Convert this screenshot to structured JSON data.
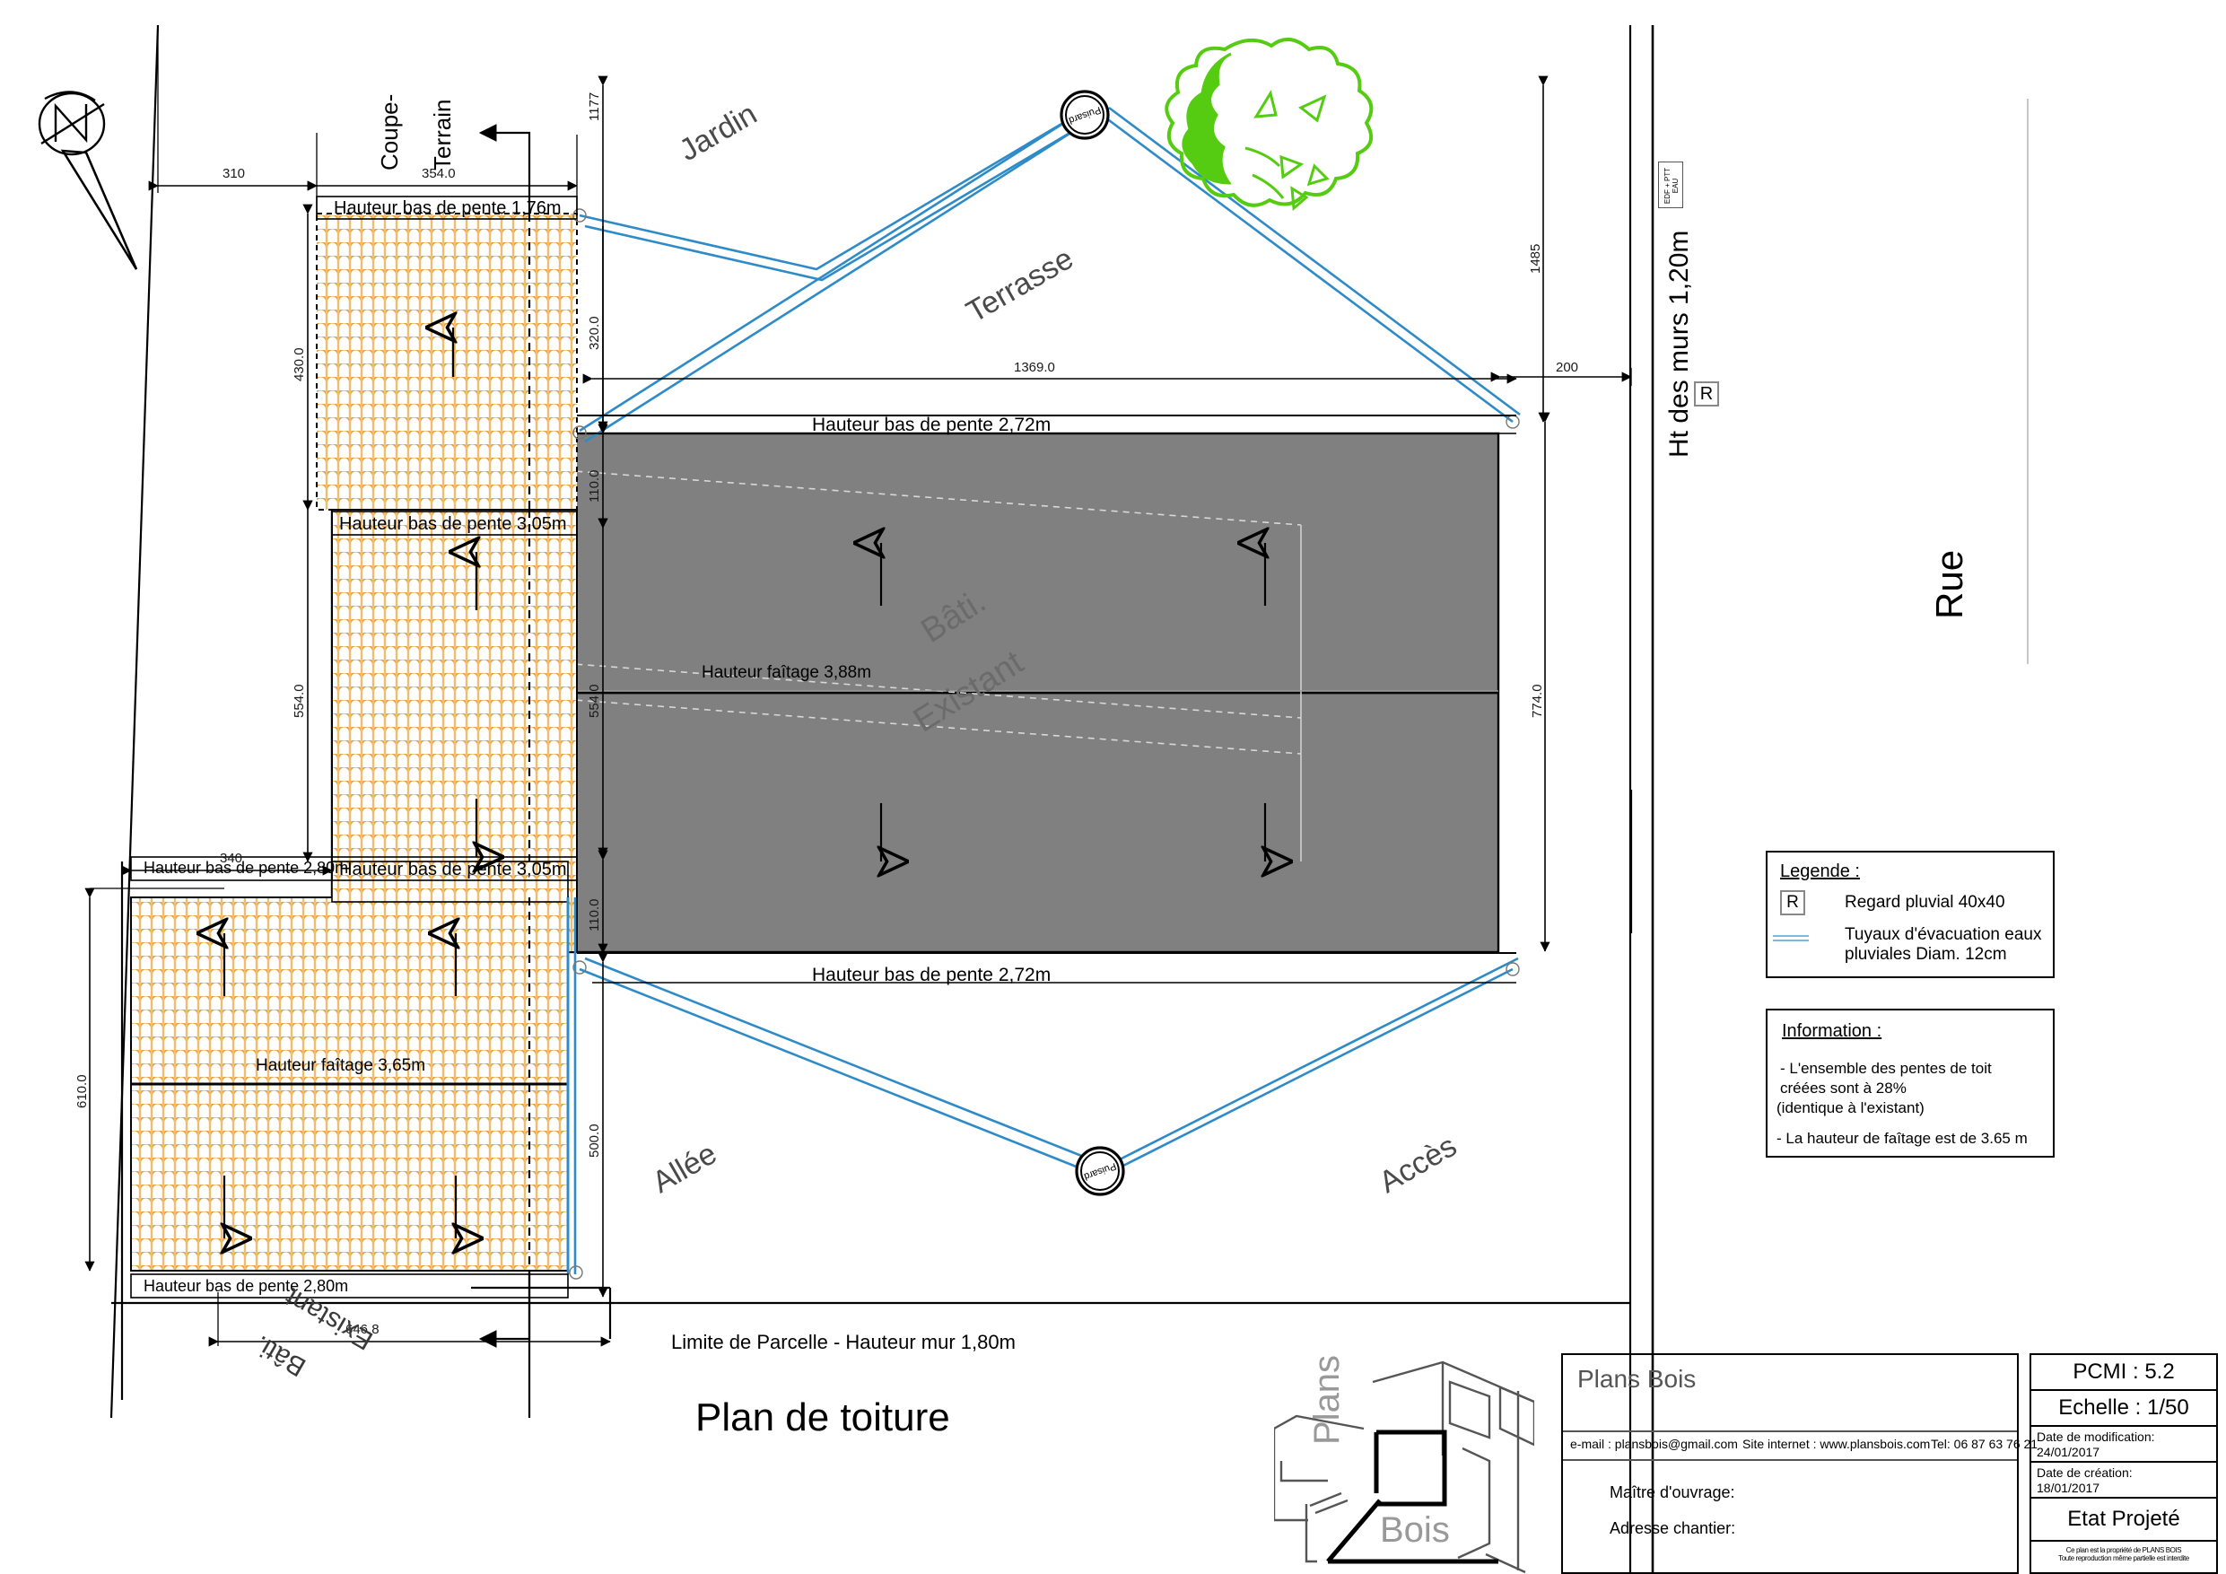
{
  "drawing": {
    "title": "Plan de toiture",
    "parcel_note": "Limite de Parcelle  -  Hauteur mur 1,80m",
    "wall_height_street": "Ht des murs 1,20m",
    "section_marker": "Coupe-\nTerrain",
    "section_marker_line1": "Coupe-",
    "section_marker_line2": "Terrain",
    "north_letter": "N"
  },
  "areas": {
    "jardin": "Jardin",
    "terrasse": "Terrasse",
    "allee": "Allée",
    "acces": "Accès",
    "rue": "Rue",
    "bati_existant_line1": "Bâti.",
    "bati_existant_line2": "Existant",
    "bati_existant_bottom_line1": "Bâti.",
    "bati_existant_bottom_line2": "Existant"
  },
  "roof_labels": {
    "top_low_1_76": "Hauteur bas de pente 1,76m",
    "top_low_3_05": "Hauteur bas de pente 3,05m",
    "mid_low_2_72_top": "Hauteur bas de pente 2,72m",
    "ridge_3_88": "Hauteur faîtage 3,88m",
    "bottom_low_3_05": "Hauteur bas de pente 3,05m",
    "mid_low_2_72_bottom": "Hauteur bas de pente 2,72m",
    "left_low_2_80_top": "Hauteur bas de pente 2,80m",
    "ridge_3_65": "Hauteur faîtage 3,65m",
    "left_low_2_80_bottom": "Hauteur bas de pente 2,80m"
  },
  "dimensions": {
    "d310": "310",
    "d354": "354.0",
    "d1177": "1177",
    "d320": "320.0",
    "d430": "430.0",
    "d110_top": "110.0",
    "d1369": "1369.0",
    "d1485": "1485",
    "d200": "200",
    "d554_left": "554.0",
    "d554_mid": "554.0",
    "d774": "774.0",
    "d110_bottom": "110.0",
    "d340": "340",
    "d610": "610.0",
    "d500": "500.0",
    "d646_8": "646.8"
  },
  "markers": {
    "puisard_top": "Puisard",
    "puisard_bottom": "Puisard",
    "regard_symbol": "R",
    "utility_line1": "EDF + PTT",
    "utility_line2": "EAU"
  },
  "legend": {
    "heading": "Legende :",
    "items": [
      {
        "symbol": "R",
        "label": "Regard pluvial 40x40"
      },
      {
        "symbol": "line",
        "label_line1": "Tuyaux d'évacuation eaux",
        "label_line2": "pluviales Diam. 12cm"
      }
    ]
  },
  "information": {
    "heading": "Information :",
    "line1": "- L'ensemble des pentes  de toit",
    "line2": " créées sont à 28%",
    "line3": "(identique à l'existant)",
    "line4": "- La hauteur de faîtage est de 3.65 m"
  },
  "titleblock": {
    "company": "Plans Bois",
    "logo_text_plans": "Plans",
    "logo_text_bois": "Bois",
    "email": "e-mail : plansbois@gmail.com",
    "website": "Site internet : www.plansbois.com",
    "phone": "Tel: 06 87 63 76 21",
    "owner_label": "Maître d'ouvrage:",
    "address_label": "Adresse chantier:",
    "pcmi": "PCMI : 5.2",
    "scale": "Echelle : 1/50",
    "mod_label": "Date de modification:",
    "mod_date": "24/01/2017",
    "create_label": "Date de création:",
    "create_date": "18/01/2017",
    "state": "Etat Projeté",
    "copyright_line1": "Ce plan est la propriété de PLANS BOIS",
    "copyright_line2": "Toute reproduction même partielle est interdite"
  },
  "colors": {
    "tile": "#E8A33D",
    "building_grey": "#808080",
    "pipe_blue": "#2E8BC8",
    "tree_green": "#55CC11",
    "line_black": "#000000"
  }
}
